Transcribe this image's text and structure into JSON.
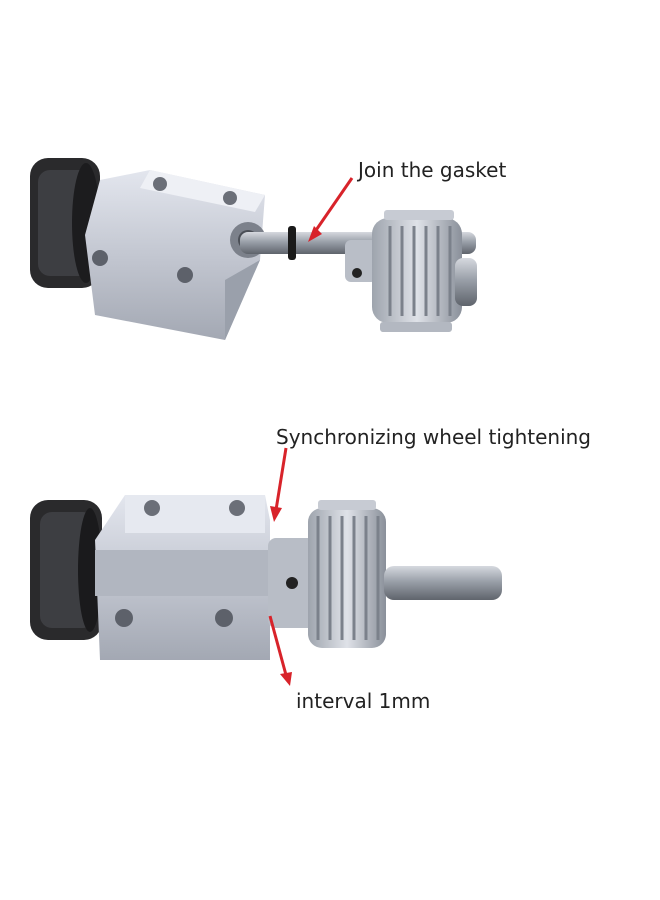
{
  "annotations": {
    "gasket": "Join the gasket",
    "sync_wheel": "Synchronizing wheel tightening",
    "interval": "interval 1mm"
  },
  "colors": {
    "arrow": "#d8232a",
    "aluminum": "#c9ccd6",
    "steel": "#8d929b",
    "motor": "#2a2a2c"
  }
}
